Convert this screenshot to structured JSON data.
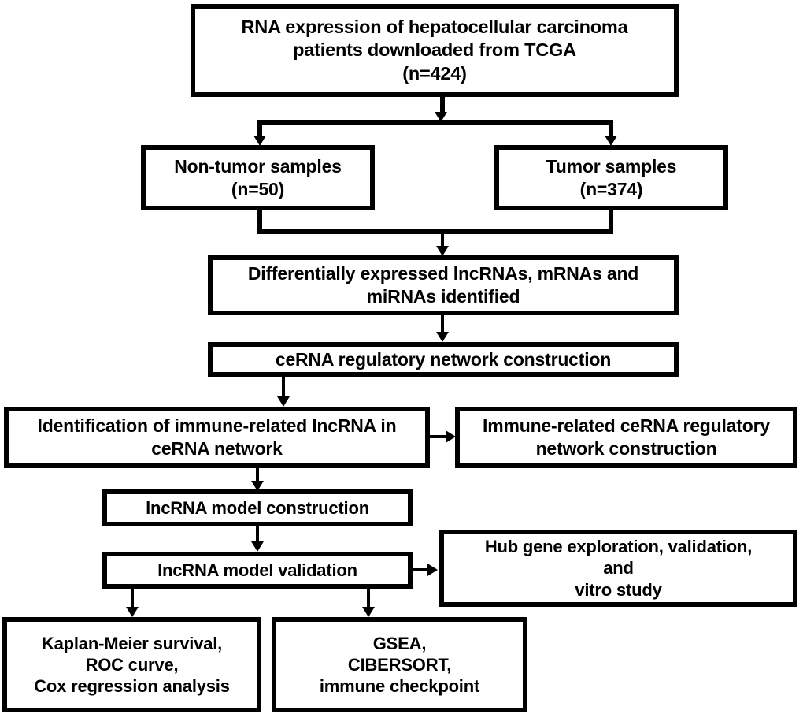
{
  "figure": {
    "type": "flowchart",
    "orientation": "top-down",
    "background_color": "#ffffff",
    "line_color": "#000000",
    "text_color": "#000000"
  },
  "nodes": [
    {
      "id": "data-source",
      "name": "data-source-box",
      "text": "RNA expression of hepatocellular carcinoma\npatients downloaded from TCGA\n(n=424)",
      "sample_size": "n=424"
    },
    {
      "id": "non-tumor",
      "name": "non-tumor-samples-box",
      "text": "Non-tumor samples\n(n=50)",
      "sample_size": "n=50"
    },
    {
      "id": "tumor",
      "name": "tumor-samples-box",
      "text": "Tumor samples\n(n=374)",
      "sample_size": "n=374"
    },
    {
      "id": "deg",
      "name": "differential-expression-box",
      "text": "Differentially expressed lncRNAs, mRNAs and\nmiRNAs identified"
    },
    {
      "id": "cerna-network",
      "name": "cerna-network-box",
      "text": "ceRNA regulatory network construction"
    },
    {
      "id": "immune-lncrna",
      "name": "immune-related-lncrna-box",
      "text": "Identification of immune-related lncRNA in\nceRNA network"
    },
    {
      "id": "immune-cerna",
      "name": "immune-related-cerna-network-box",
      "text": "Immune-related ceRNA regulatory\nnetwork construction"
    },
    {
      "id": "model-construction",
      "name": "lncrna-model-construction-box",
      "text": "lncRNA model construction"
    },
    {
      "id": "model-validation",
      "name": "lncrna-model-validation-box",
      "text": "lncRNA model validation"
    },
    {
      "id": "hub-gene",
      "name": "hub-gene-exploration-box",
      "text": "Hub gene exploration, validation,\nand\nvitro study"
    },
    {
      "id": "survival-analysis",
      "name": "survival-analysis-box",
      "text": "Kaplan-Meier survival,\nROC curve,\nCox regression analysis"
    },
    {
      "id": "functional-analysis",
      "name": "functional-analysis-box",
      "text": "GSEA,\nCIBERSORT,\nimmune checkpoint"
    }
  ],
  "edges": [
    {
      "from": "data-source",
      "to": "non-tumor",
      "style": "split"
    },
    {
      "from": "data-source",
      "to": "tumor",
      "style": "split"
    },
    {
      "from": "non-tumor",
      "to": "deg",
      "style": "merge"
    },
    {
      "from": "tumor",
      "to": "deg",
      "style": "merge"
    },
    {
      "from": "deg",
      "to": "cerna-network",
      "style": "straight"
    },
    {
      "from": "cerna-network",
      "to": "immune-lncrna",
      "style": "straight"
    },
    {
      "from": "immune-lncrna",
      "to": "immune-cerna",
      "style": "horizontal"
    },
    {
      "from": "immune-lncrna",
      "to": "model-construction",
      "style": "straight"
    },
    {
      "from": "model-construction",
      "to": "model-validation",
      "style": "straight"
    },
    {
      "from": "model-validation",
      "to": "hub-gene",
      "style": "horizontal"
    },
    {
      "from": "model-validation",
      "to": "survival-analysis",
      "style": "branch"
    },
    {
      "from": "model-validation",
      "to": "functional-analysis",
      "style": "branch"
    }
  ]
}
